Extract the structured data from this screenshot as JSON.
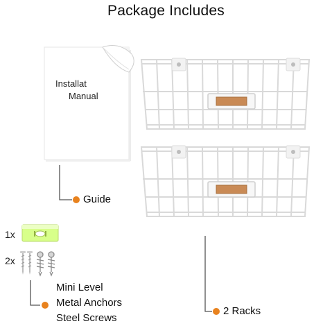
{
  "title": "Package Includes",
  "manual": {
    "line1": "Installat",
    "line2": "Manual"
  },
  "labels": {
    "guide": "Guide",
    "racks": "2 Racks"
  },
  "quantities": {
    "level": "1x",
    "screws": "2x"
  },
  "hardware_list": [
    "Mini Level",
    "Metal Anchors",
    "Steel Screws"
  ],
  "colors": {
    "accent_dot": "#e8821e",
    "leader_line": "#555555",
    "tag": "#c98a55"
  }
}
